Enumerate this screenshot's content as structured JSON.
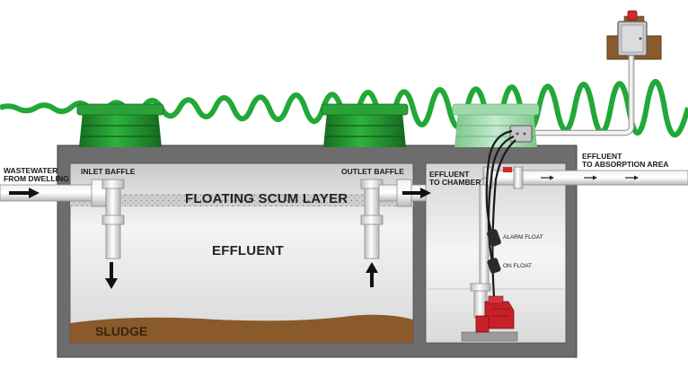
{
  "diagram": {
    "labels": {
      "wastewater": "WASTEWATER\nFROM DWELLING",
      "inlet_baffle": "INLET BAFFLE",
      "outlet_baffle": "OUTLET BAFFLE",
      "floating_scum": "FLOATING SCUM LAYER",
      "effluent": "EFFLUENT",
      "sludge": "SLUDGE",
      "effluent_to_chamber": "EFFLUENT\nTO CHAMBER",
      "effluent_to_absorption": "EFFLUENT\nTO ABSORPTION AREA",
      "alarm_float": "ALARM FLOAT",
      "on_float": "ON FLOAT"
    },
    "colors": {
      "tank_wall": "#6d6d6d",
      "riser_green": "#1f8f2c",
      "grass_green": "#22a838",
      "pump_red": "#c8202a",
      "sludge_brown": "#8a5a2b",
      "post_brown": "#8a5a2c"
    }
  }
}
